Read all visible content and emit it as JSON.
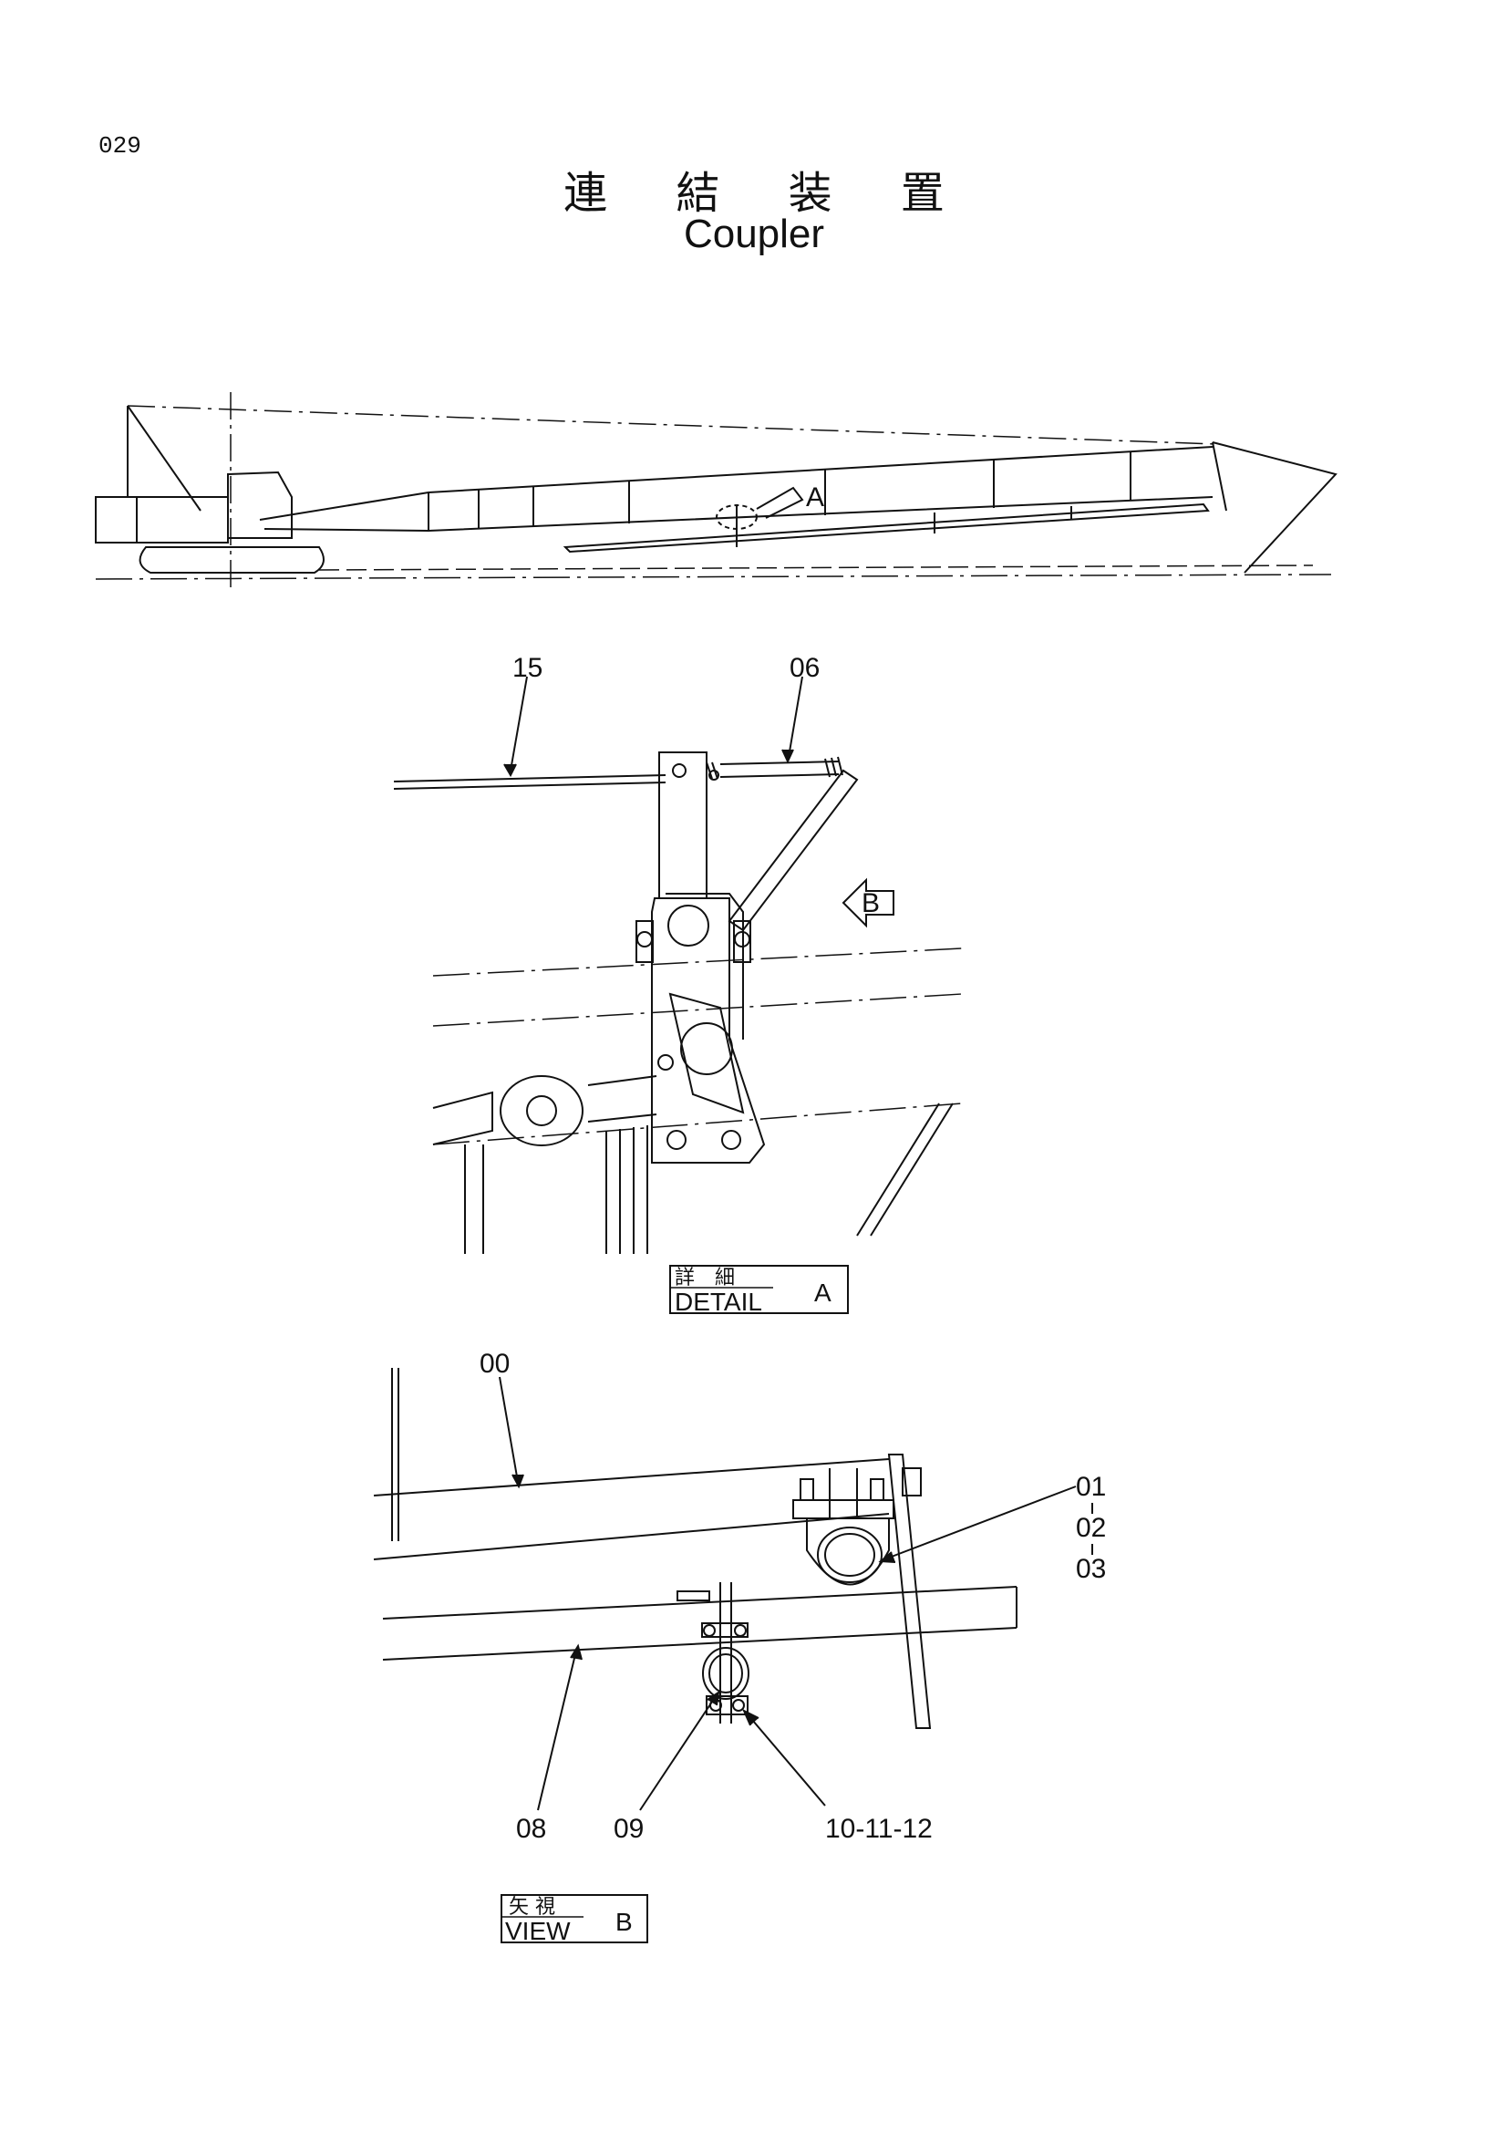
{
  "page_number": "029",
  "title_jp": "連 結 装 置",
  "title_en": "Coupler",
  "overview_marker": "A",
  "detail_a": {
    "arrow_marker": "B",
    "callouts": [
      "15",
      "06"
    ],
    "box": {
      "jp": "詳　細",
      "en": "DETAIL",
      "letter": "A"
    }
  },
  "view_b": {
    "callouts": [
      "00",
      "01",
      "02",
      "03",
      "08",
      "09",
      "10-11-12"
    ],
    "box": {
      "jp": "矢 視",
      "en": "VIEW",
      "letter": "B"
    }
  }
}
